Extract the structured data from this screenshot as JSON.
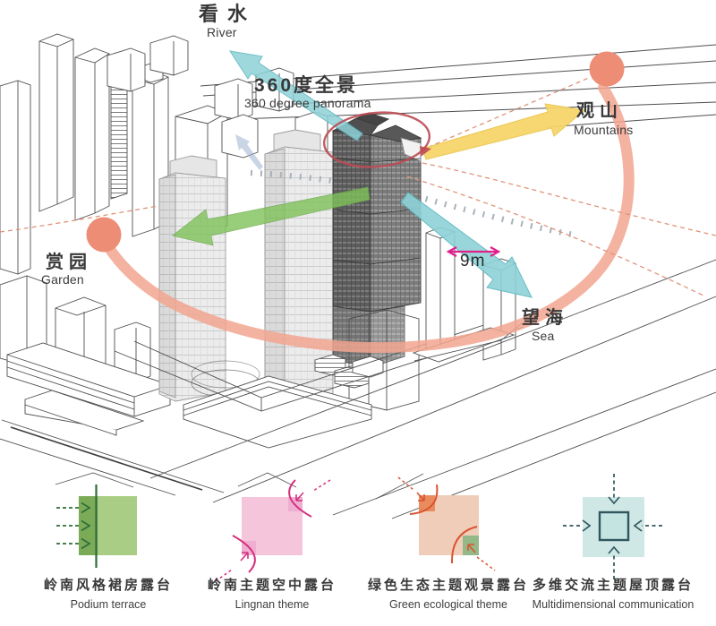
{
  "labels": {
    "river_zh": "看水",
    "river_en": "River",
    "panorama_zh": "360度全景",
    "panorama_en": "360 degree panorama",
    "mountains_zh": "观山",
    "mountains_en": "Mountains",
    "garden_zh": "赏园",
    "garden_en": "Garden",
    "sea_zh": "望海",
    "sea_en": "Sea",
    "distance": "9m"
  },
  "legend": {
    "items": [
      {
        "zh": "岭南风格裙房露台",
        "en": "Podium terrace",
        "icon": "green-podium-swatch"
      },
      {
        "zh": "岭南主题空中露台",
        "en": "Lingnan theme",
        "icon": "pink-sky-terrace-swatch"
      },
      {
        "zh": "绿色生态主题观景露台",
        "en": "Green ecological theme",
        "icon": "orange-eco-terrace-swatch"
      },
      {
        "zh": "多维交流主题屋顶露台",
        "en": "Multidimensional communication",
        "icon": "cyan-roof-terrace-swatch"
      }
    ]
  },
  "annotations": {
    "arrows": [
      {
        "name": "river-view-arrow",
        "direction": "up-left"
      },
      {
        "name": "mountains-view-arrow",
        "direction": "right"
      },
      {
        "name": "garden-view-arrow",
        "direction": "left"
      },
      {
        "name": "sea-view-arrow",
        "direction": "down-right"
      },
      {
        "name": "width-dimension-arrow",
        "value": "9m"
      }
    ]
  },
  "colors": {
    "arrow-cyan": "#8ed2d8",
    "arrow-cyan-edge": "#5ab6c0",
    "arrow-yellow": "#f6d56a",
    "arrow-yellow-edge": "#eac64e",
    "arrow-green": "#7fc159",
    "arrow-blue-faded": "#9db2cd",
    "band-salmon": "#f2a58f",
    "circle-salmon": "#ee8d76",
    "dash-salmon": "#de9478",
    "dot-gray": "#a9b1bb",
    "highlight-red": "#bc4a53",
    "dim-magenta": "#e0218c",
    "ink": "#4f4f4f",
    "leg-green": "#a9cd84",
    "leg-green-dark": "#7cab58",
    "leg-green-line": "#2f6e3a",
    "leg-pink": "#f4c5db",
    "leg-pink-dark": "#efaed1",
    "leg-magenta": "#d5307f",
    "leg-orange": "#f0cdb9",
    "leg-orange-dark": "#ea8b5e",
    "leg-orange-line": "#d9542f",
    "leg-corner-green": "#94b888",
    "leg-cyan": "#cfe8e5",
    "leg-cyan-inner": "#c3e4e1",
    "leg-teal": "#30565e"
  }
}
